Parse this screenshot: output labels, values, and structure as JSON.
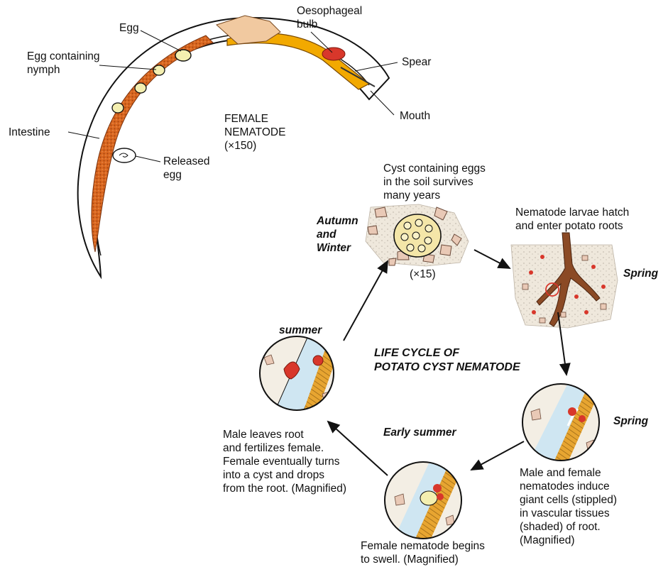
{
  "nematode": {
    "labels": {
      "egg": "Egg",
      "oesophageal_bulb": "Oesophageal\nbulb",
      "spear": "Spear",
      "mouth": "Mouth",
      "egg_nymph": "Egg containing\nnymph",
      "intestine": "Intestine",
      "released_egg": "Released\negg",
      "female": "FEMALE\nNEMATODE\n(×150)"
    }
  },
  "cycle": {
    "title": "LIFE CYCLE OF\nPOTATO CYST NEMATODE",
    "autumn": {
      "season": "Autumn\nand\nWinter",
      "caption": "Cyst containing eggs\nin the soil survives\nmany years",
      "magnification": "(×15)"
    },
    "spring1": {
      "season": "Spring",
      "caption": "Nematode larvae hatch\nand enter potato roots"
    },
    "spring2": {
      "season": "Spring",
      "caption": "Male and female\nnematodes induce\ngiant cells (stippled)\nin vascular tissues\n(shaded) of root.\n(Magnified)"
    },
    "early_summer": {
      "season": "Early summer",
      "caption": "Female nematode begins\nto swell. (Magnified)"
    },
    "summer": {
      "season": "summer",
      "caption": "Male leaves root\nand fertilizes female.\nFemale eventually turns\ninto a cyst and drops\nfrom the root. (Magnified)"
    }
  },
  "colors": {
    "intestine": "#d9661f",
    "oesophagus": "#f2a900",
    "egg": "#f4efb0",
    "vascular": "#e7a531",
    "water_band": "#cfe6f2",
    "soil": "#efe8dc",
    "root": "#8b4a25",
    "nematode_red": "#d8372b"
  }
}
